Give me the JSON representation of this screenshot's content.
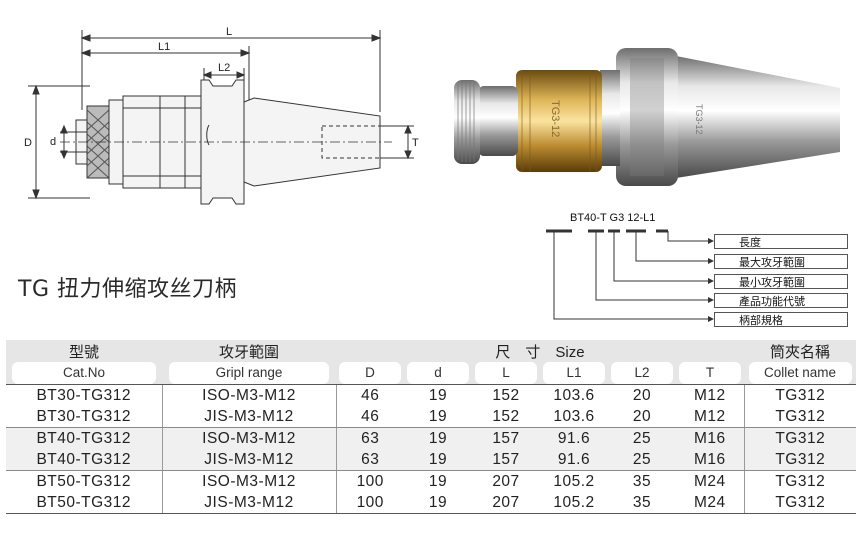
{
  "title": "TG 扭力伸缩攻丝刀柄",
  "drawing_labels": {
    "L": "L",
    "L1": "L1",
    "L2": "L2",
    "D": "D",
    "d": "d",
    "T": "T"
  },
  "photo": {
    "ring_text": "TG3-12",
    "shank_text": "TG3-12"
  },
  "model_code": "BT40-T  G3 12-L1",
  "code_legend": [
    "長度",
    "最大攻牙範圍",
    "最小攻牙範圍",
    "產品功能代號",
    "柄部規格"
  ],
  "table": {
    "header_cn": {
      "model": "型號",
      "range": "攻牙範圍",
      "size": "尺　寸　Size",
      "collet": "筒夾名稱"
    },
    "header_en": [
      "Cat.No",
      "Gripl range",
      "D",
      "d",
      "L",
      "L1",
      "L2",
      "T",
      "Collet name"
    ],
    "rows": [
      [
        "BT30-TG312",
        "ISO-M3-M12",
        "46",
        "19",
        "152",
        "103.6",
        "20",
        "M12",
        "TG312"
      ],
      [
        "BT30-TG312",
        "JIS-M3-M12",
        "46",
        "19",
        "152",
        "103.6",
        "20",
        "M12",
        "TG312"
      ],
      [
        "BT40-TG312",
        "ISO-M3-M12",
        "63",
        "19",
        "157",
        "91.6",
        "25",
        "M16",
        "TG312"
      ],
      [
        "BT40-TG312",
        "JIS-M3-M12",
        "63",
        "19",
        "157",
        "91.6",
        "25",
        "M16",
        "TG312"
      ],
      [
        "BT50-TG312",
        "ISO-M3-M12",
        "100",
        "19",
        "207",
        "105.2",
        "35",
        "M24",
        "TG312"
      ],
      [
        "BT50-TG312",
        "JIS-M3-M12",
        "100",
        "19",
        "207",
        "105.2",
        "35",
        "M24",
        "TG312"
      ]
    ]
  }
}
